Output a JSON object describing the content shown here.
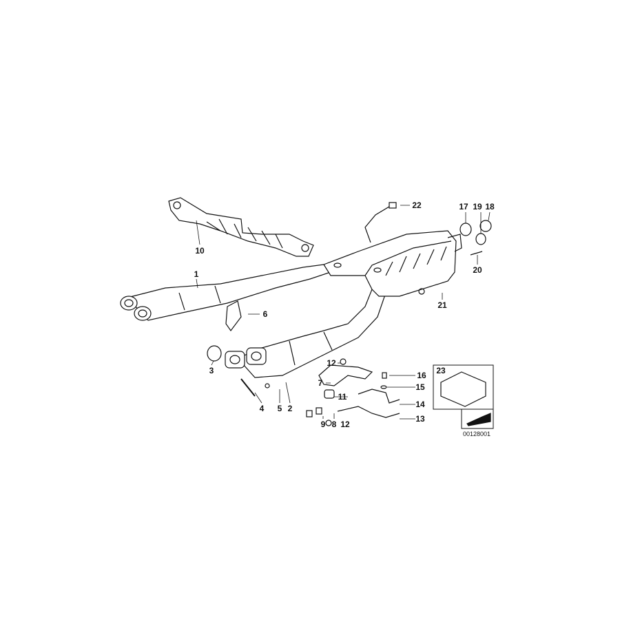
{
  "diagram": {
    "callouts": [
      {
        "id": "22",
        "text": "22"
      },
      {
        "id": "17",
        "text": "17"
      },
      {
        "id": "19",
        "text": "19"
      },
      {
        "id": "18",
        "text": "18"
      },
      {
        "id": "10",
        "text": "10"
      },
      {
        "id": "20",
        "text": "20"
      },
      {
        "id": "1",
        "text": "1"
      },
      {
        "id": "21",
        "text": "21"
      },
      {
        "id": "6",
        "text": "6"
      },
      {
        "id": "3",
        "text": "3"
      },
      {
        "id": "12a",
        "text": "12"
      },
      {
        "id": "23",
        "text": "23"
      },
      {
        "id": "16",
        "text": "16"
      },
      {
        "id": "7",
        "text": "7"
      },
      {
        "id": "15",
        "text": "15"
      },
      {
        "id": "11",
        "text": "11"
      },
      {
        "id": "14",
        "text": "14"
      },
      {
        "id": "4",
        "text": "4"
      },
      {
        "id": "5",
        "text": "5"
      },
      {
        "id": "2",
        "text": "2"
      },
      {
        "id": "9",
        "text": "9"
      },
      {
        "id": "8",
        "text": "8"
      },
      {
        "id": "12b",
        "text": "12"
      },
      {
        "id": "13",
        "text": "13"
      }
    ],
    "diagram_code": "00128001",
    "line_color": "#111111"
  }
}
